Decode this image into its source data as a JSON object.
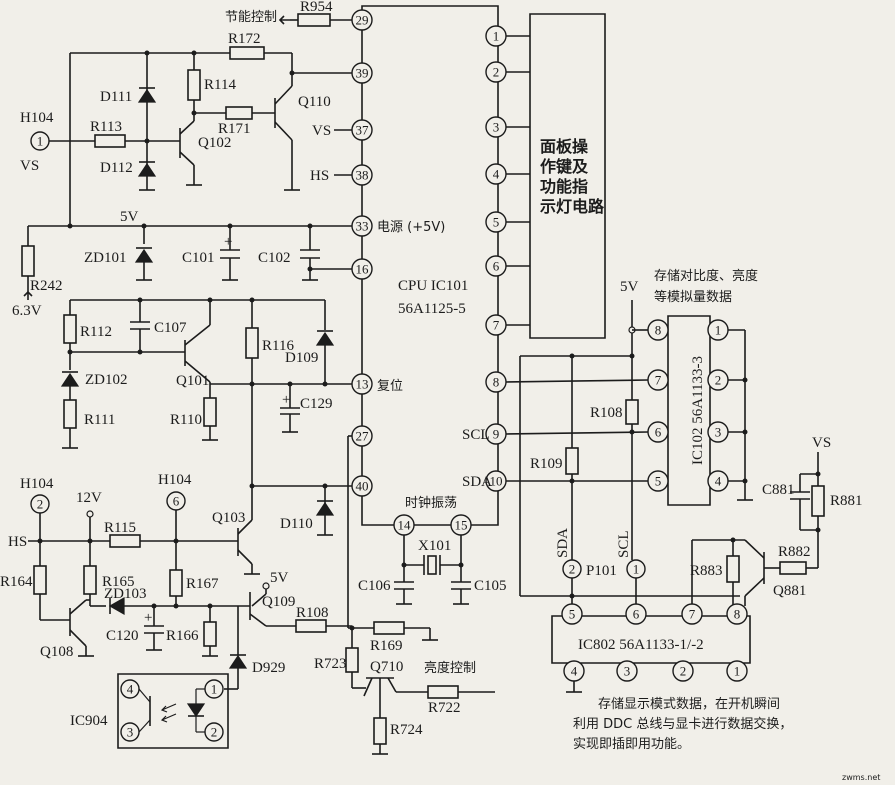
{
  "top": {
    "energy": "节能控制",
    "r954": "R954",
    "r172": "R172"
  },
  "left_top": {
    "h104": "H104",
    "h104_pin": "1",
    "vs": "VS",
    "r113": "R113",
    "r114": "R114",
    "r171": "R171",
    "d111": "D111",
    "d112": "D112",
    "q102": "Q102",
    "q110": "Q110",
    "vs_pin": "VS",
    "hs_pin": "HS"
  },
  "power": {
    "v5": "5V",
    "power": "电源 (+5V)",
    "r242": "R242",
    "v63": "6.3V",
    "zd101": "ZD101",
    "c101": "C101",
    "c102": "C102"
  },
  "reset": {
    "r112": "R112",
    "c107": "C107",
    "zd102": "ZD102",
    "r111": "R111",
    "q101": "Q101",
    "r110": "R110",
    "r116": "R116",
    "d109": "D109",
    "c129": "C129",
    "reset": "复位"
  },
  "cpu": {
    "title": "CPU IC101",
    "part": "56A1125-5",
    "left_pins": [
      "29",
      "39",
      "37",
      "38",
      "33",
      "16",
      "13",
      "27",
      "40"
    ],
    "bottom_pins": [
      "14",
      "15"
    ],
    "right_pins": [
      "1",
      "2",
      "3",
      "4",
      "5",
      "6",
      "7",
      "8",
      "9",
      "10"
    ],
    "scl": "SCL",
    "sda": "SDA",
    "clock": "时钟振荡"
  },
  "panel": {
    "l1": "面板操",
    "l2": "作键及",
    "l3": "功能指",
    "l4": "示灯电路"
  },
  "crystal": {
    "x101": "X101",
    "c106": "C106",
    "c105": "C105"
  },
  "eeprom": {
    "note1": "存储对比度、亮度",
    "note2": "等模拟量数据",
    "v5": "5V",
    "label": "IC102  56A1133-3",
    "left_pins": [
      "8",
      "7",
      "6",
      "5"
    ],
    "right_pins": [
      "1",
      "2",
      "3",
      "4"
    ],
    "r108": "R108",
    "r109": "R109"
  },
  "vs_ctrl": {
    "vs": "VS",
    "c881": "C881",
    "r881": "R881",
    "r882": "R882",
    "r883": "R883",
    "q881": "Q881"
  },
  "ddc": {
    "sda": "SDA",
    "scl": "SCL",
    "p101": "P101",
    "p_pins": [
      "2",
      "1"
    ],
    "label": "IC802  56A1133-1/-2",
    "top_pins": [
      "5",
      "6",
      "7",
      "8"
    ],
    "bottom_pins": [
      "4",
      "3",
      "2",
      "1"
    ],
    "note1": "存储显示模式数据，在开机瞬间",
    "note2": "利用 DDC 总线与显卡进行数据交换，",
    "note3": "实现即插即用功能。"
  },
  "bottom_left": {
    "h104a": "H104",
    "pin2": "2",
    "v12": "12V",
    "h104b": "H104",
    "pin6": "6",
    "hs": "HS",
    "r115": "R115",
    "q103": "Q103",
    "d110": "D110",
    "r164": "R164",
    "r165": "R165",
    "zd103": "ZD103",
    "r167": "R167",
    "v5": "5V",
    "q109": "Q109",
    "q108": "Q108",
    "c120": "C120",
    "r166": "R166",
    "r108": "R108",
    "r169": "R169",
    "d929": "D929",
    "r723": "R723",
    "q710": "Q710",
    "bright": "亮度控制",
    "r722": "R722",
    "r724": "R724",
    "ic904": "IC904",
    "pins": [
      "4",
      "1",
      "3",
      "2"
    ]
  },
  "watermark": "zwms.net"
}
